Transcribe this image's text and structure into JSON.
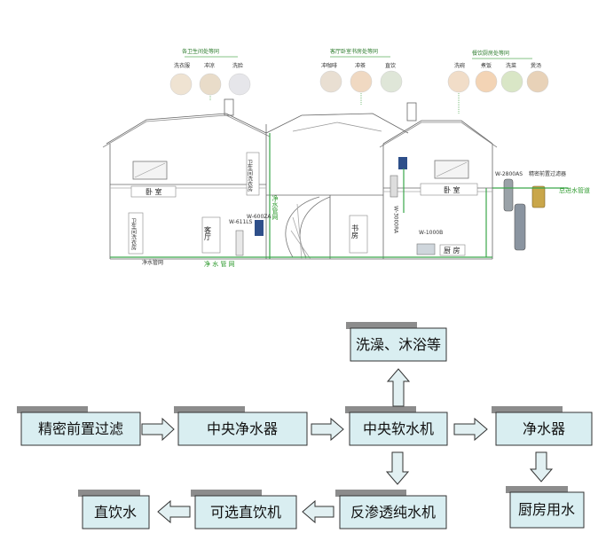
{
  "house": {
    "groups": [
      {
        "title": "各卫生间处等同",
        "items": [
          "洗衣服",
          "冲凉",
          "洗脸"
        ]
      },
      {
        "title": "客厅卧室书房处等同",
        "items": [
          "冲咖啡",
          "冲茶",
          "直饮"
        ]
      },
      {
        "title": "餐饮厨房处等同",
        "items": [
          "洗碗",
          "煮饭",
          "洗菜",
          "煲汤"
        ]
      }
    ],
    "rooms": {
      "bedroom_left": "卧 室",
      "bathroom_left": "卫生间洗衣房",
      "bathroom_right": "卫生间洗衣房",
      "living": "客厅",
      "study": "书房",
      "bedroom_right": "卧 室",
      "kitchen": "厨 房"
    },
    "labels": {
      "pipe_vertical": "净水管网",
      "pipe_bottom_left": "净水管网",
      "pipe_bottom_mid": "净 水 管 网",
      "main_pipe": "总进水管道",
      "prefilter": "精密前置过滤器",
      "model_1": "W-2800AS",
      "model_2": "W-1000B",
      "model_3": "W-600ZA",
      "model_4": "W-611LS",
      "model_5": "W-3000RA"
    }
  },
  "flow": {
    "nodes": {
      "prefilter": "精密前置过滤",
      "central_purifier": "中央净水器",
      "softener": "中央软水机",
      "purifier": "净水器",
      "bathing": "洗澡、沐浴等",
      "ro": "反渗透纯水机",
      "kitchen_water": "厨房用水",
      "optional_drink": "可选直饮机",
      "drinking": "直饮水"
    }
  },
  "colors": {
    "box_fill": "#d9eef1",
    "shadow": "#8c8c8c",
    "arrow_fill": "#e2f0f2",
    "pipe_green": "#3aa64a",
    "line": "#555555"
  }
}
